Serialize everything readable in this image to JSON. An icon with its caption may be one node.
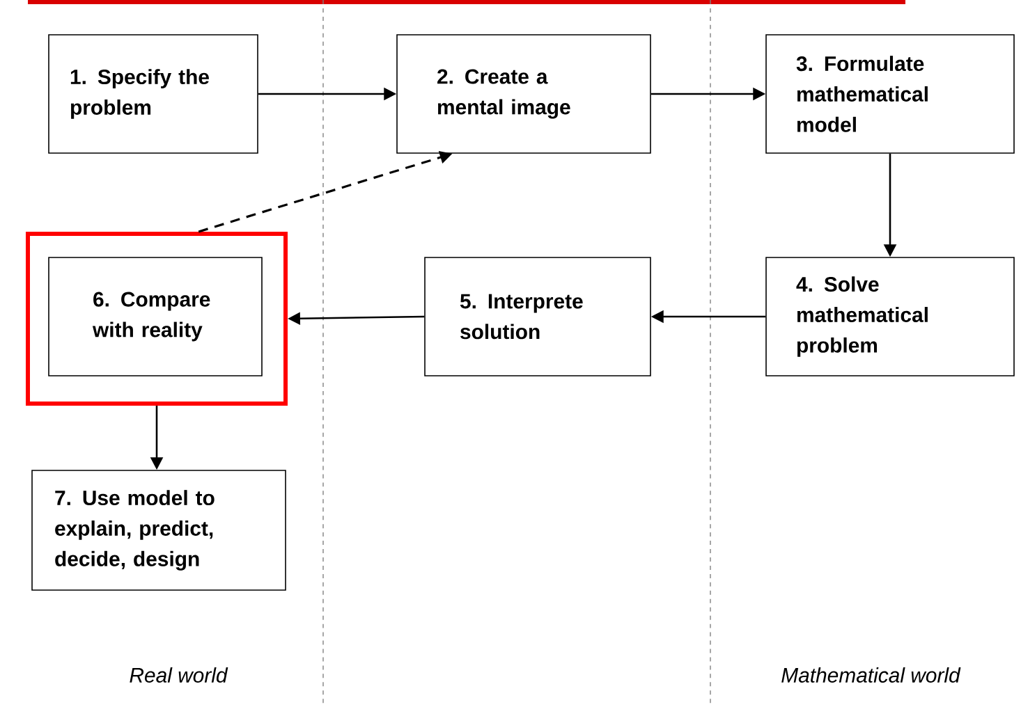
{
  "diagram": {
    "nodes": [
      {
        "text": [
          "1. Specify the problem"
        ]
      },
      {
        "text": [
          "2. Create a mental image"
        ]
      },
      {
        "text": [
          "3. Formulate mathematical model"
        ]
      },
      {
        "text": [
          "4. Solve mathematical problem"
        ]
      },
      {
        "text": [
          "5. Interprete solution"
        ]
      },
      {
        "text": [],
        "shape": "box"
      },
      {
        "text": [
          "6. Compare with reality"
        ],
        "in": 5
      },
      {
        "text": [
          "7. Use model to explain, predict, decide, design"
        ]
      }
    ],
    "edges": [
      {
        "from": 0,
        "to": 1,
        "arrow": "to"
      },
      {
        "from": 1,
        "to": 2,
        "arrow": "to"
      },
      {
        "from": 2,
        "to": 3,
        "arrow": "to"
      },
      {
        "from": 3,
        "to": 4,
        "arrow": "to"
      },
      {
        "from": 4,
        "to": 5,
        "arrow": "to"
      },
      {
        "from": 5,
        "to": 1,
        "arrow": "to",
        "style": "dashed"
      },
      {
        "from": 5,
        "to": 7,
        "arrow": "to"
      }
    ],
    "labels": [
      "Real world",
      "Mathematical world"
    ]
  }
}
